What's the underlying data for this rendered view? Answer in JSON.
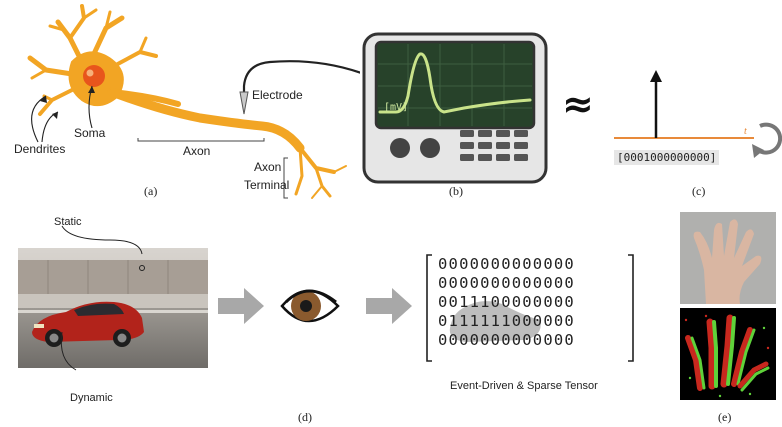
{
  "panel_a": {
    "labels": {
      "dendrites": "Dendrites",
      "soma": "Soma",
      "axon": "Axon",
      "electrode": "Electrode",
      "axon_terminal_line1": "Axon",
      "axon_terminal_line2": "Terminal"
    },
    "caption": "(a)"
  },
  "panel_b": {
    "screen_unit": "[mV]",
    "caption": "(b)"
  },
  "approx_symbol": "≈",
  "panel_c": {
    "axis_label": "t",
    "spike_sequence": "[0001000000000]",
    "caption": "(c)"
  },
  "panel_d": {
    "static_label": "Static",
    "dynamic_label": "Dynamic",
    "tensor_rows": [
      "0000000000000",
      "0000000000000",
      "0011100000000",
      "0111111000000",
      "0000000000000"
    ],
    "tensor_caption": "Event-Driven & Sparse Tensor",
    "caption": "(d)"
  },
  "panel_e": {
    "caption": "(e)"
  },
  "colors": {
    "neuron": "#f2a524",
    "soma_core": "#e8551c",
    "scope_body": "#e6e6e6",
    "scope_screen": "#27422a",
    "scope_trace": "#c9e38a",
    "spike_axis": "#e88a3a",
    "arrow_gray": "#a8a8a8",
    "event_red": "#c8281e",
    "event_green": "#5fd23a"
  }
}
